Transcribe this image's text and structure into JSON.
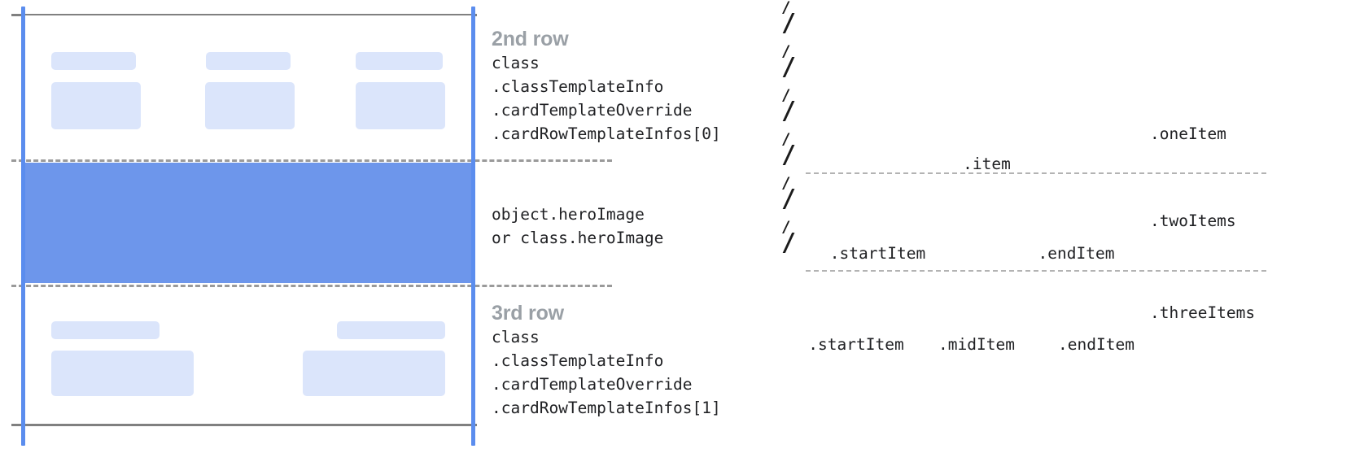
{
  "left_diagram": {
    "annotations": [
      {
        "heading": "2nd row",
        "code": "class\n.classTemplateInfo\n.cardTemplateOverride\n.cardRowTemplateInfos[0]"
      },
      {
        "heading": "",
        "code": "object.heroImage\nor class.heroImage"
      },
      {
        "heading": "3rd row",
        "code": "class\n.classTemplateInfo\n.cardTemplateOverride\n.cardRowTemplateInfos[1]"
      }
    ],
    "colors": {
      "guide_line": "#5b8dee",
      "rule_line": "#808080",
      "dashed_line": "#9a9a9a",
      "placeholder": "#dbe5fb",
      "hero_band": "#6d96eb",
      "heading_text": "#9aa0a6",
      "code_text": "#202124"
    }
  },
  "right_diagram": {
    "slash_glyph": "/",
    "groups": [
      {
        "name": "oneItem",
        "side_label": ".oneItem",
        "items": [
          {
            "caption": ".item",
            "glyph": "/"
          }
        ]
      },
      {
        "name": "twoItems",
        "side_label": ".twoItems",
        "items": [
          {
            "caption": ".startItem",
            "glyph": "/"
          },
          {
            "caption": ".endItem",
            "glyph": "/"
          }
        ]
      },
      {
        "name": "threeItems",
        "side_label": ".threeItems",
        "items": [
          {
            "caption": ".startItem",
            "glyph": "/"
          },
          {
            "caption": ".midItem",
            "glyph": "/"
          },
          {
            "caption": ".endItem",
            "glyph": "/"
          }
        ]
      }
    ]
  }
}
